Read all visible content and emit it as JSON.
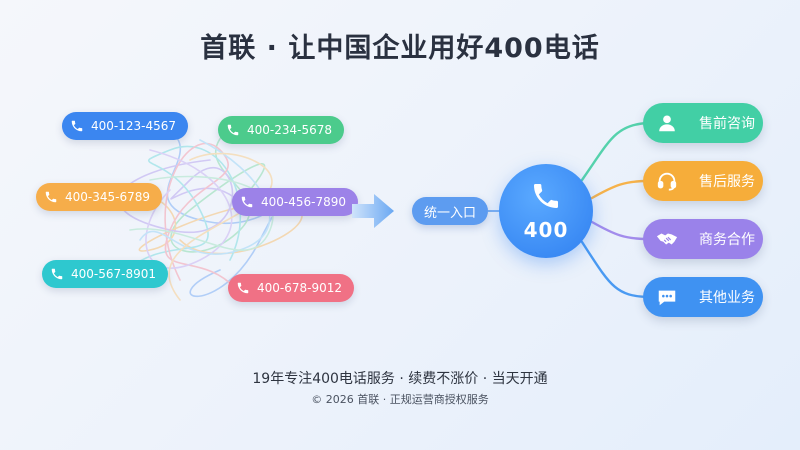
{
  "title": "首联 · 让中国企业用好400电话",
  "numbers": [
    {
      "label": "400-123-4567",
      "color": "#3b86f0"
    },
    {
      "label": "400-234-5678",
      "color": "#4ccb8c"
    },
    {
      "label": "400-345-6789",
      "color": "#f6ad4a"
    },
    {
      "label": "400-456-7890",
      "color": "#9c82e8"
    },
    {
      "label": "400-567-8901",
      "color": "#2ec8cf"
    },
    {
      "label": "400-678-9012",
      "color": "#f07185"
    }
  ],
  "entry_label": "统一入口",
  "hub_label": "400",
  "services": [
    {
      "label": "售前咨询",
      "icon": "user-icon",
      "color": "#42cfa5"
    },
    {
      "label": "售后服务",
      "icon": "headset-icon",
      "color": "#f6ad3a"
    },
    {
      "label": "商务合作",
      "icon": "handshake-icon",
      "color": "#9a82ea"
    },
    {
      "label": "其他业务",
      "icon": "chat-icon",
      "color": "#3f92f2"
    }
  ],
  "tagline": "19年专注400电话服务 · 续费不涨价 · 当天开通",
  "copyright": "© 2026 首联 · 正规运营商授权服务"
}
